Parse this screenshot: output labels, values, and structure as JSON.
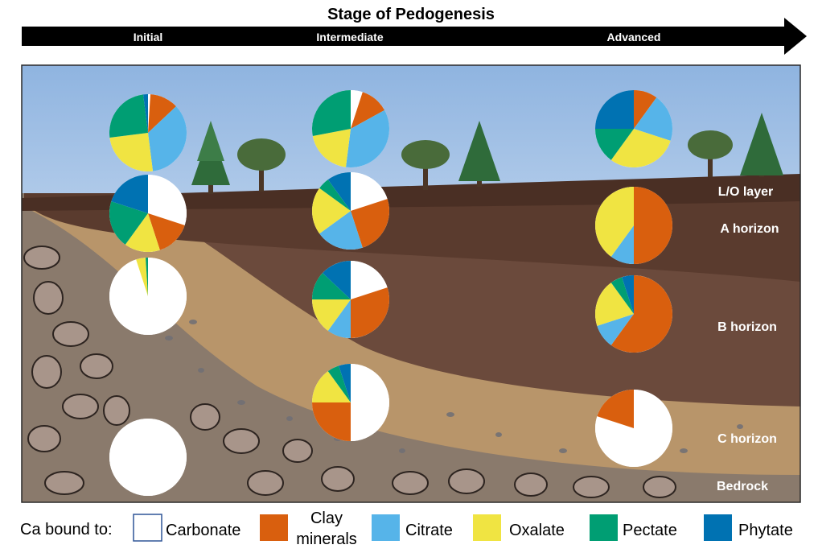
{
  "title": "Stage of Pedogenesis",
  "stages": [
    "Initial",
    "Intermediate",
    "Advanced"
  ],
  "horizons": [
    "L/O layer",
    "A horizon",
    "B horizon",
    "C horizon",
    "Bedrock"
  ],
  "legend": {
    "prefix": "Ca bound to:",
    "items": [
      {
        "label": "Carbonate",
        "color": "#ffffff"
      },
      {
        "label": "Clay\nminerals",
        "color": "#d95f0e"
      },
      {
        "label": "Citrate",
        "color": "#56b4e9"
      },
      {
        "label": "Oxalate",
        "color": "#f0e442"
      },
      {
        "label": "Pectate",
        "color": "#009e73"
      },
      {
        "label": "Phytate",
        "color": "#0072b2"
      }
    ]
  },
  "chart_data": {
    "type": "pie",
    "categories": [
      "Carbonate",
      "Clay minerals",
      "Citrate",
      "Oxalate",
      "Pectate",
      "Phytate"
    ],
    "pies": [
      {
        "stage": "Initial",
        "layer": "L/O layer",
        "values": [
          1,
          12,
          35,
          25,
          25,
          2
        ]
      },
      {
        "stage": "Initial",
        "layer": "A horizon",
        "values": [
          30,
          15,
          0,
          15,
          20,
          20
        ]
      },
      {
        "stage": "Initial",
        "layer": "B horizon",
        "values": [
          95,
          0,
          0,
          4,
          1,
          0
        ]
      },
      {
        "stage": "Initial",
        "layer": "C horizon",
        "values": [
          100,
          0,
          0,
          0,
          0,
          0
        ]
      },
      {
        "stage": "Intermediate",
        "layer": "L/O layer",
        "values": [
          5,
          12,
          35,
          20,
          28,
          0
        ]
      },
      {
        "stage": "Intermediate",
        "layer": "A horizon",
        "values": [
          20,
          25,
          20,
          20,
          5,
          10
        ]
      },
      {
        "stage": "Intermediate",
        "layer": "B horizon",
        "values": [
          20,
          30,
          10,
          15,
          12,
          13
        ]
      },
      {
        "stage": "Intermediate",
        "layer": "C horizon",
        "values": [
          50,
          25,
          0,
          15,
          5,
          5
        ]
      },
      {
        "stage": "Advanced",
        "layer": "L/O layer",
        "values": [
          0,
          10,
          20,
          30,
          15,
          25
        ]
      },
      {
        "stage": "Advanced",
        "layer": "A horizon",
        "values": [
          0,
          50,
          10,
          40,
          0,
          0
        ]
      },
      {
        "stage": "Advanced",
        "layer": "B horizon",
        "values": [
          0,
          60,
          10,
          20,
          5,
          5
        ]
      },
      {
        "stage": "Advanced",
        "layer": "C horizon",
        "values": [
          80,
          20,
          0,
          0,
          0,
          0
        ]
      }
    ]
  }
}
